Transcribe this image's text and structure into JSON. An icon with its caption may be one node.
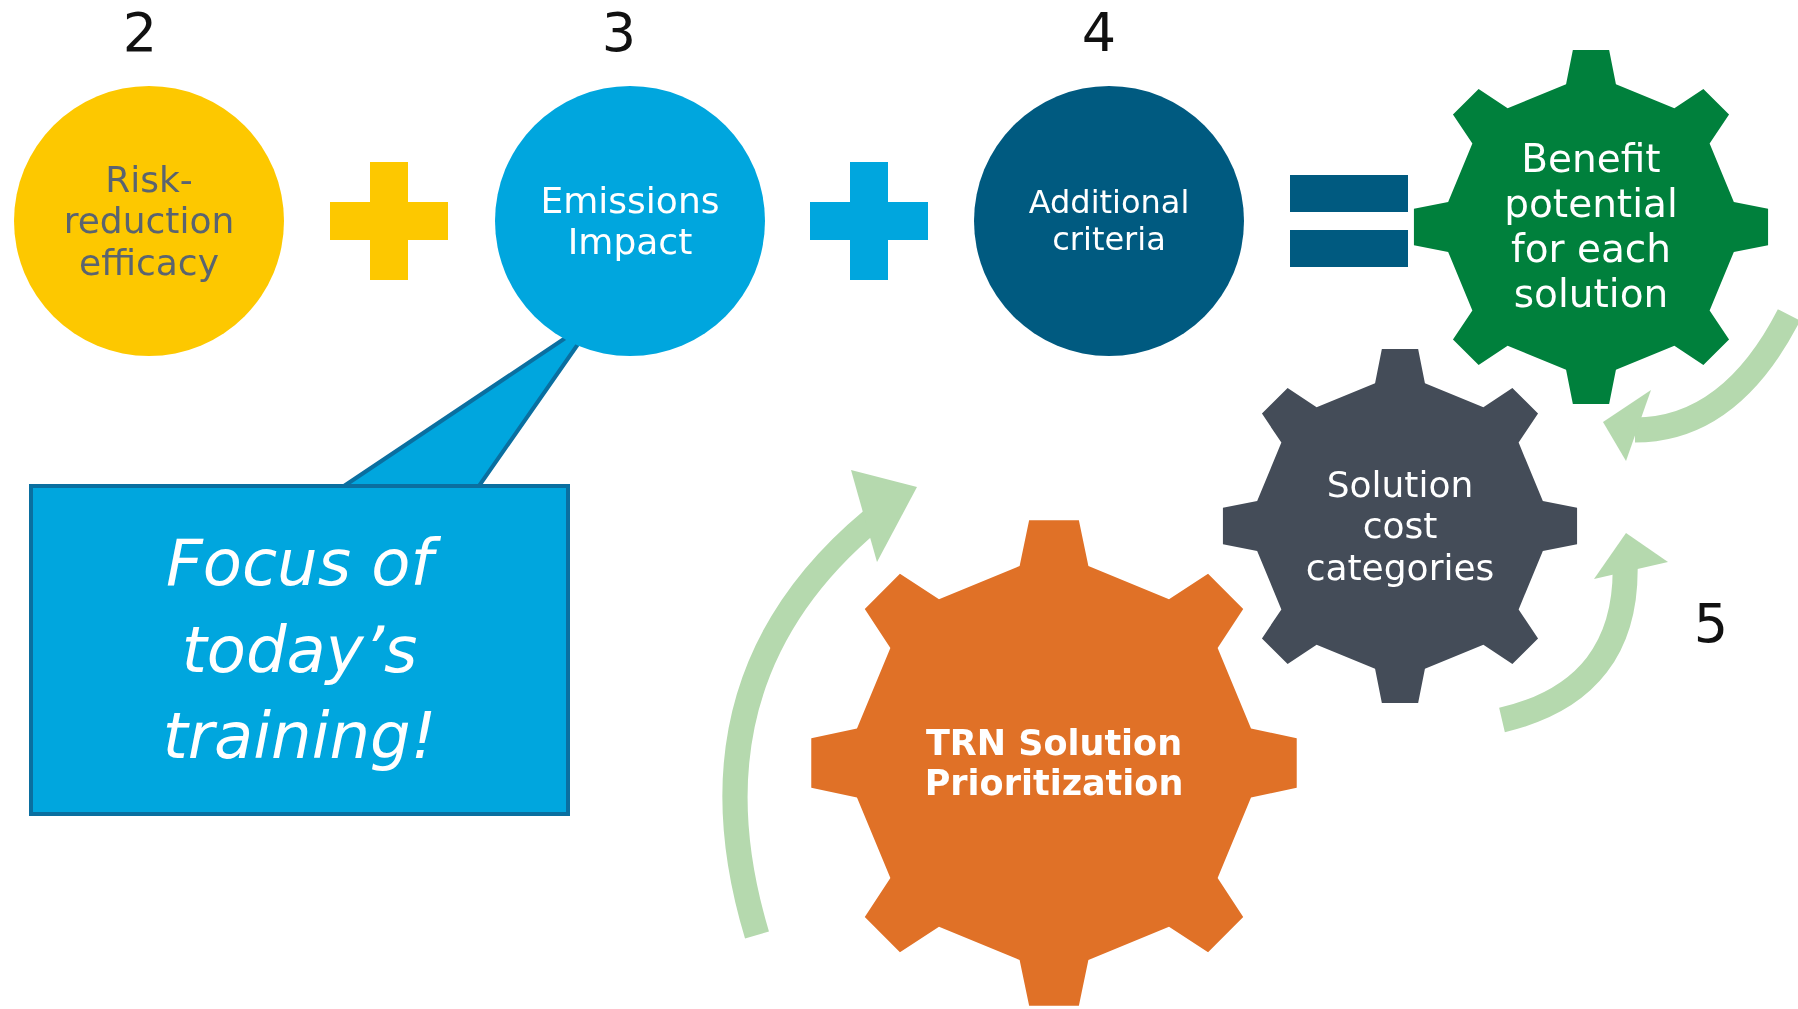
{
  "diagram": {
    "nodes": [
      {
        "text": [
          "Risk-reduction efficacy"
        ]
      },
      {
        "text": [
          "Emissions Impact"
        ]
      },
      {
        "text": [
          "Additional criteria"
        ]
      },
      {
        "text": [
          "Benefit potential for each solution"
        ]
      },
      {
        "text": [
          "Solution cost categories"
        ]
      },
      {
        "text": [
          "TRN Solution Prioritization"
        ]
      },
      {
        "text": [
          "Focus of today’s training!"
        ]
      }
    ],
    "edges": [
      {
        "from": 6,
        "to": 1,
        "arrow": "none"
      }
    ],
    "labels": [
      "2",
      "3",
      "4",
      "5"
    ]
  }
}
